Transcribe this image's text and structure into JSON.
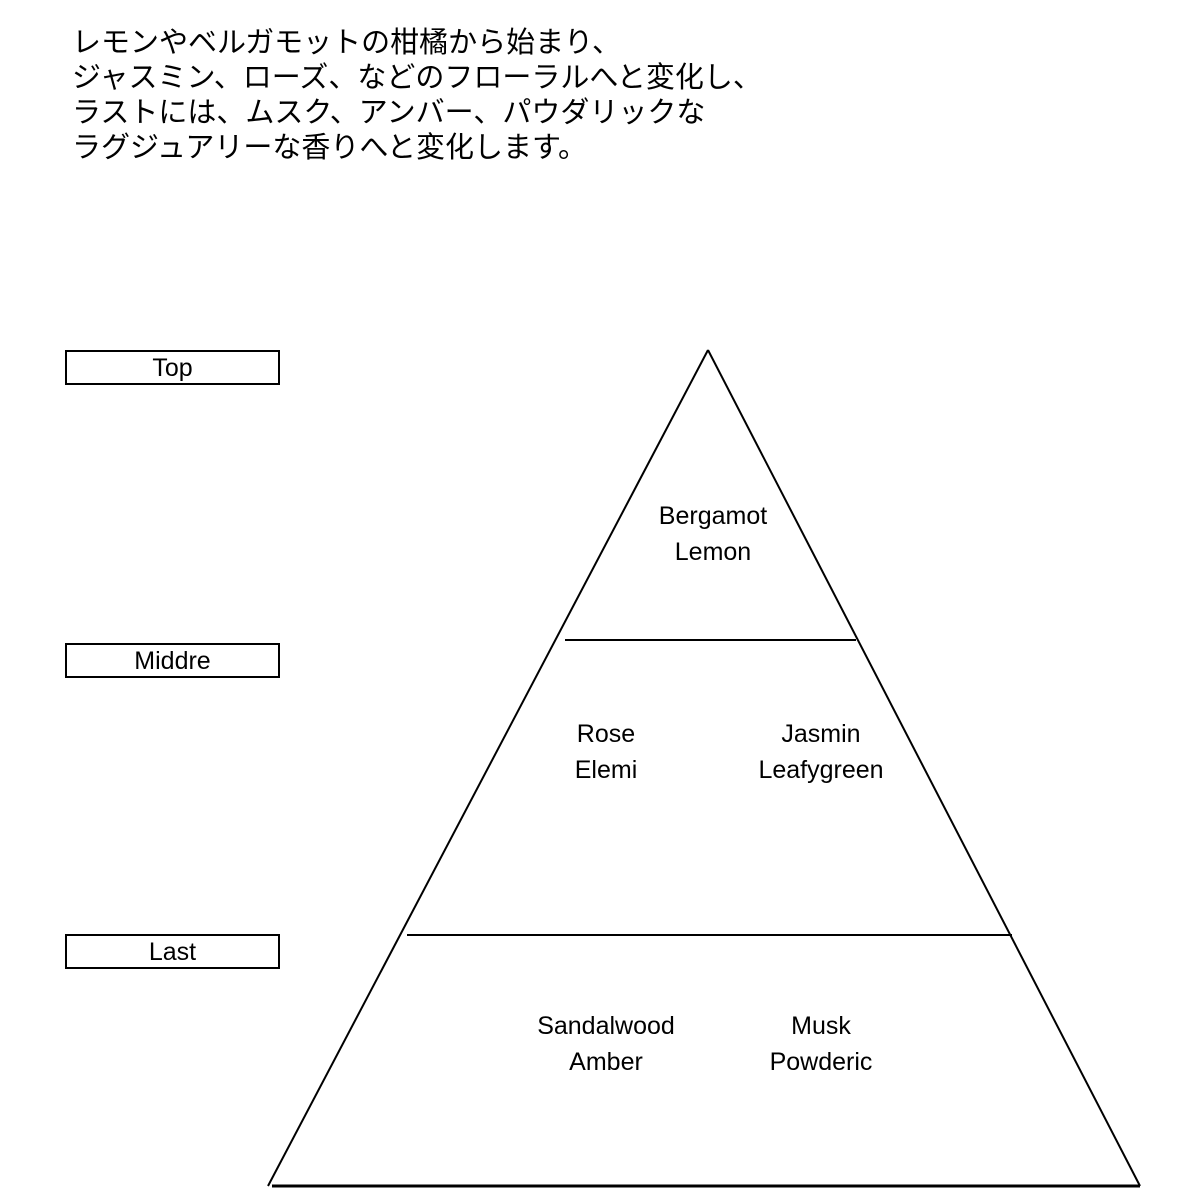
{
  "description_lines": [
    "レモンやベルガモットの柑橘から始まり、",
    "ジャスミン、ローズ、などのフローラルへと変化し、",
    "ラストには、ムスク、アンバー、パウダリックな",
    "ラグジュアリーな香りへと変化します。"
  ],
  "tiers": {
    "top": {
      "label": "Top",
      "notes": [
        [
          "Bergamot",
          "Lemon"
        ]
      ]
    },
    "middle": {
      "label": "Middre",
      "notes": [
        [
          "Rose",
          "Elemi"
        ],
        [
          "Jasmin",
          "Leafygreen"
        ]
      ]
    },
    "last": {
      "label": "Last",
      "notes": [
        [
          "Sandalwood",
          "Amber"
        ],
        [
          "Musk",
          "Powderic"
        ]
      ]
    }
  }
}
